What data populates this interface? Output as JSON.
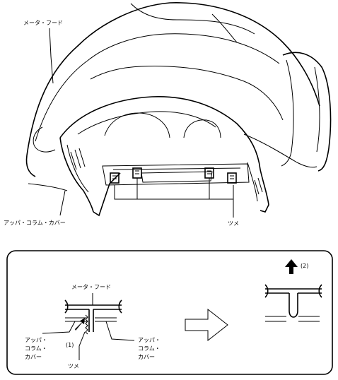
{
  "top_view": {
    "meter_hood_label": "メータ・フード",
    "upper_column_cover_label": "アッパ・コラム・カバー",
    "claw_label": "ツメ"
  },
  "detail_view": {
    "meter_hood_label": "メータ・フード",
    "left_cover_label": [
      "アッパ・",
      "コラム・",
      "カバー"
    ],
    "right_cover_label": [
      "アッパ・",
      "コラム・",
      "カバー"
    ],
    "claw_label": "ツメ",
    "step1_label": "(1)",
    "step2_label": "(2)"
  }
}
